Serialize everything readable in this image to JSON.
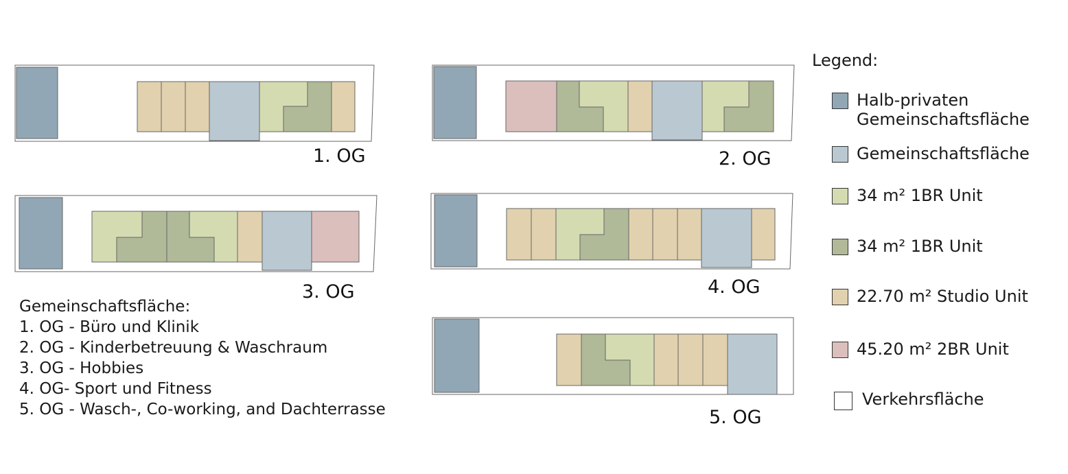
{
  "colors": {
    "semi_private": "#91a7b5",
    "communal": "#bac8d2",
    "unit_light": "#d4dbb1",
    "unit_dark": "#b0b998",
    "studio": "#e1d1ae",
    "two_br": "#dbbfbc",
    "circulation": "#ffffff"
  },
  "floors": [
    {
      "label": "1. OG"
    },
    {
      "label": "2. OG"
    },
    {
      "label": "3. OG"
    },
    {
      "label": "4. OG"
    },
    {
      "label": "5. OG"
    }
  ],
  "notes": {
    "title": "Gemeinschaftsfläche:",
    "lines": [
      "1. OG - Büro und Klinik",
      "2. OG - Kinderbetreuung & Waschraum",
      "3. OG - Hobbies",
      "4. OG- Sport und Fitness",
      "5. OG - Wasch-, Co-working, and Dachterrasse"
    ]
  },
  "legend": {
    "title": "Legend:",
    "items": [
      {
        "line1": "Halb-privaten",
        "line2": "Gemeinschaftsfläche",
        "color": "#91a7b5"
      },
      {
        "line1": "Gemeinschaftsfläche",
        "color": "#bac8d2"
      },
      {
        "line1": "34 m² 1BR Unit",
        "color": "#d4dbb1"
      },
      {
        "line1": "34 m² 1BR Unit",
        "color": "#b0b998"
      },
      {
        "line1": "22.70 m² Studio Unit",
        "color": "#e1d1ae"
      },
      {
        "line1": "45.20 m² 2BR Unit",
        "color": "#dbbfbc"
      },
      {
        "line1": "Verkehrsfläche",
        "color": "#ffffff"
      }
    ]
  }
}
